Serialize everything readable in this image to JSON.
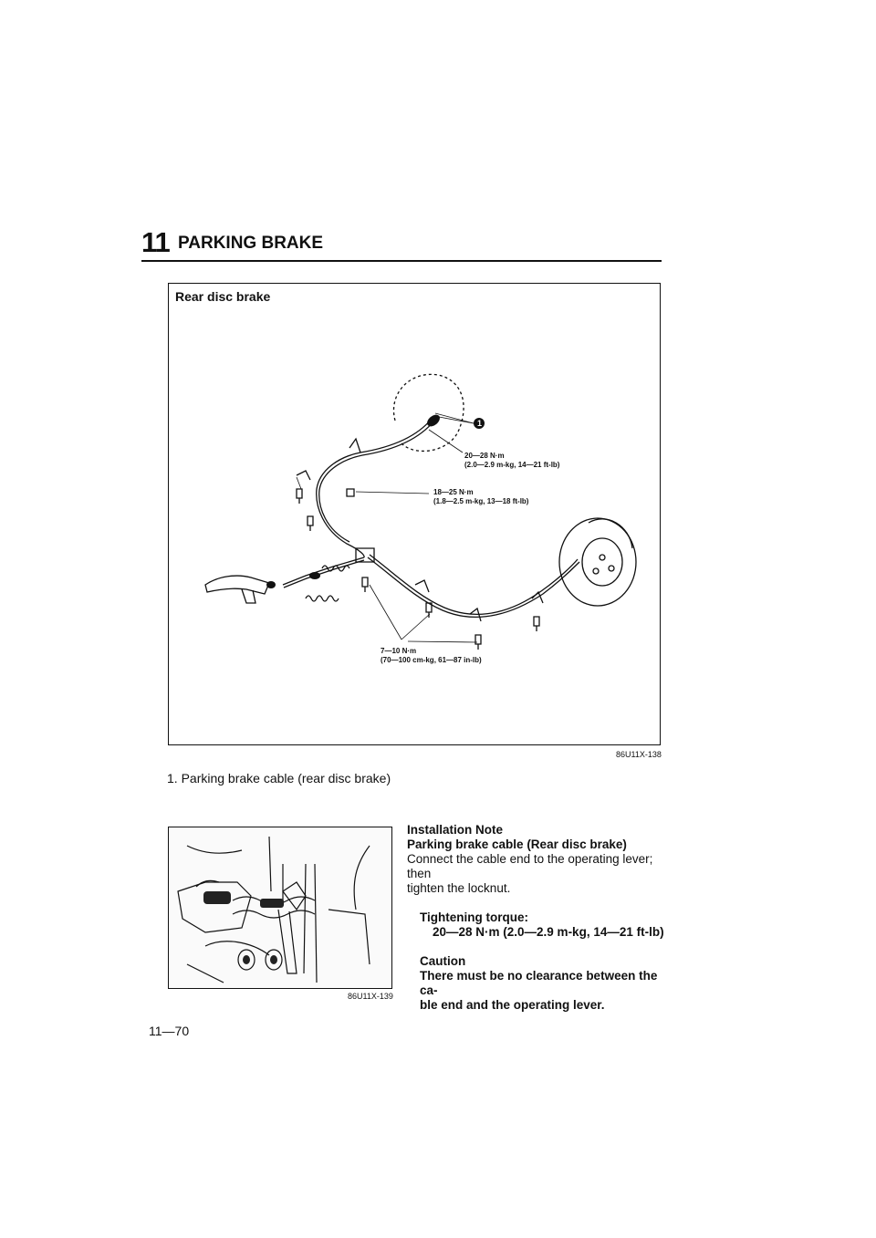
{
  "header": {
    "chapter_number": "11",
    "chapter_title": "PARKING BRAKE"
  },
  "figure1": {
    "title": "Rear disc brake",
    "callout_marker": "1",
    "torque_labels": [
      {
        "line1": "20—28 N·m",
        "line2": "(2.0—2.9 m-kg, 14—21 ft-lb)"
      },
      {
        "line1": "18—25 N·m",
        "line2": "(1.8—2.5 m-kg, 13—18 ft-lb)"
      },
      {
        "line1": "7—10 N·m",
        "line2": "(70—100 cm-kg, 61—87 in-lb)"
      }
    ],
    "code": "86U11X-138",
    "caption": "1. Parking brake cable (rear disc brake)"
  },
  "figure2": {
    "code": "86U11X-139"
  },
  "installation": {
    "heading": "Installation Note",
    "subheading": "Parking brake cable (Rear disc brake)",
    "body_line1": "Connect the cable end to the operating lever; then",
    "body_line2": "tighten the locknut.",
    "torque_heading": "Tightening torque:",
    "torque_value": "20—28 N·m (2.0—2.9 m-kg, 14—21 ft-lb)",
    "caution_heading": "Caution",
    "caution_line1": "There must be no clearance between the ca-",
    "caution_line2": "ble end and the operating lever."
  },
  "footer": {
    "page_number": "11—70"
  }
}
